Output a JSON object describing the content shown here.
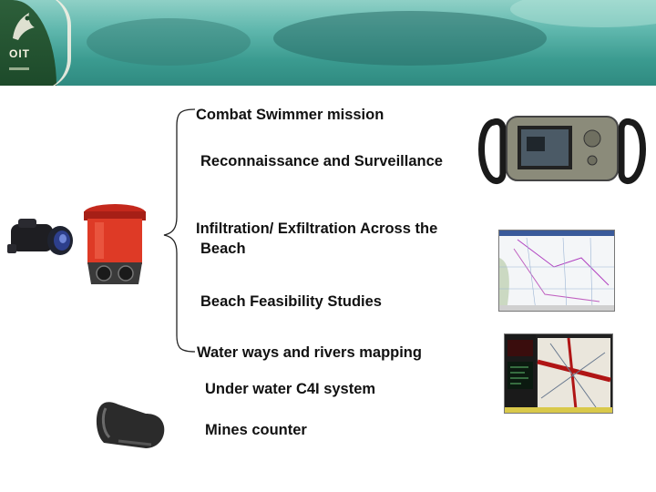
{
  "header": {
    "logo_text": "OIT",
    "colors": {
      "water_light": "#8fd0c6",
      "water_dark": "#2f8a80",
      "logo_green": "#1d4a2a"
    }
  },
  "missions": [
    {
      "label": "Combat Swimmer mission"
    },
    {
      "label": "Reconnaissance and Surveillance"
    },
    {
      "label": "Infiltration/ Exfiltration Across the"
    },
    {
      "label": "Beach"
    },
    {
      "label": "Beach Feasibility Studies"
    },
    {
      "label": "Water ways and rivers mapping"
    },
    {
      "label": "Under water C4I system"
    },
    {
      "label": "Mines counter"
    }
  ],
  "icons": {
    "night_vision": "night-vision-scope-icon",
    "sonar": "red-sonar-device-icon",
    "handheld": "handheld-display-icon",
    "nav_map": "navigation-map-screenshot-icon",
    "c4i": "c4i-display-screenshot-icon",
    "mine_detector": "mine-detector-icon"
  }
}
